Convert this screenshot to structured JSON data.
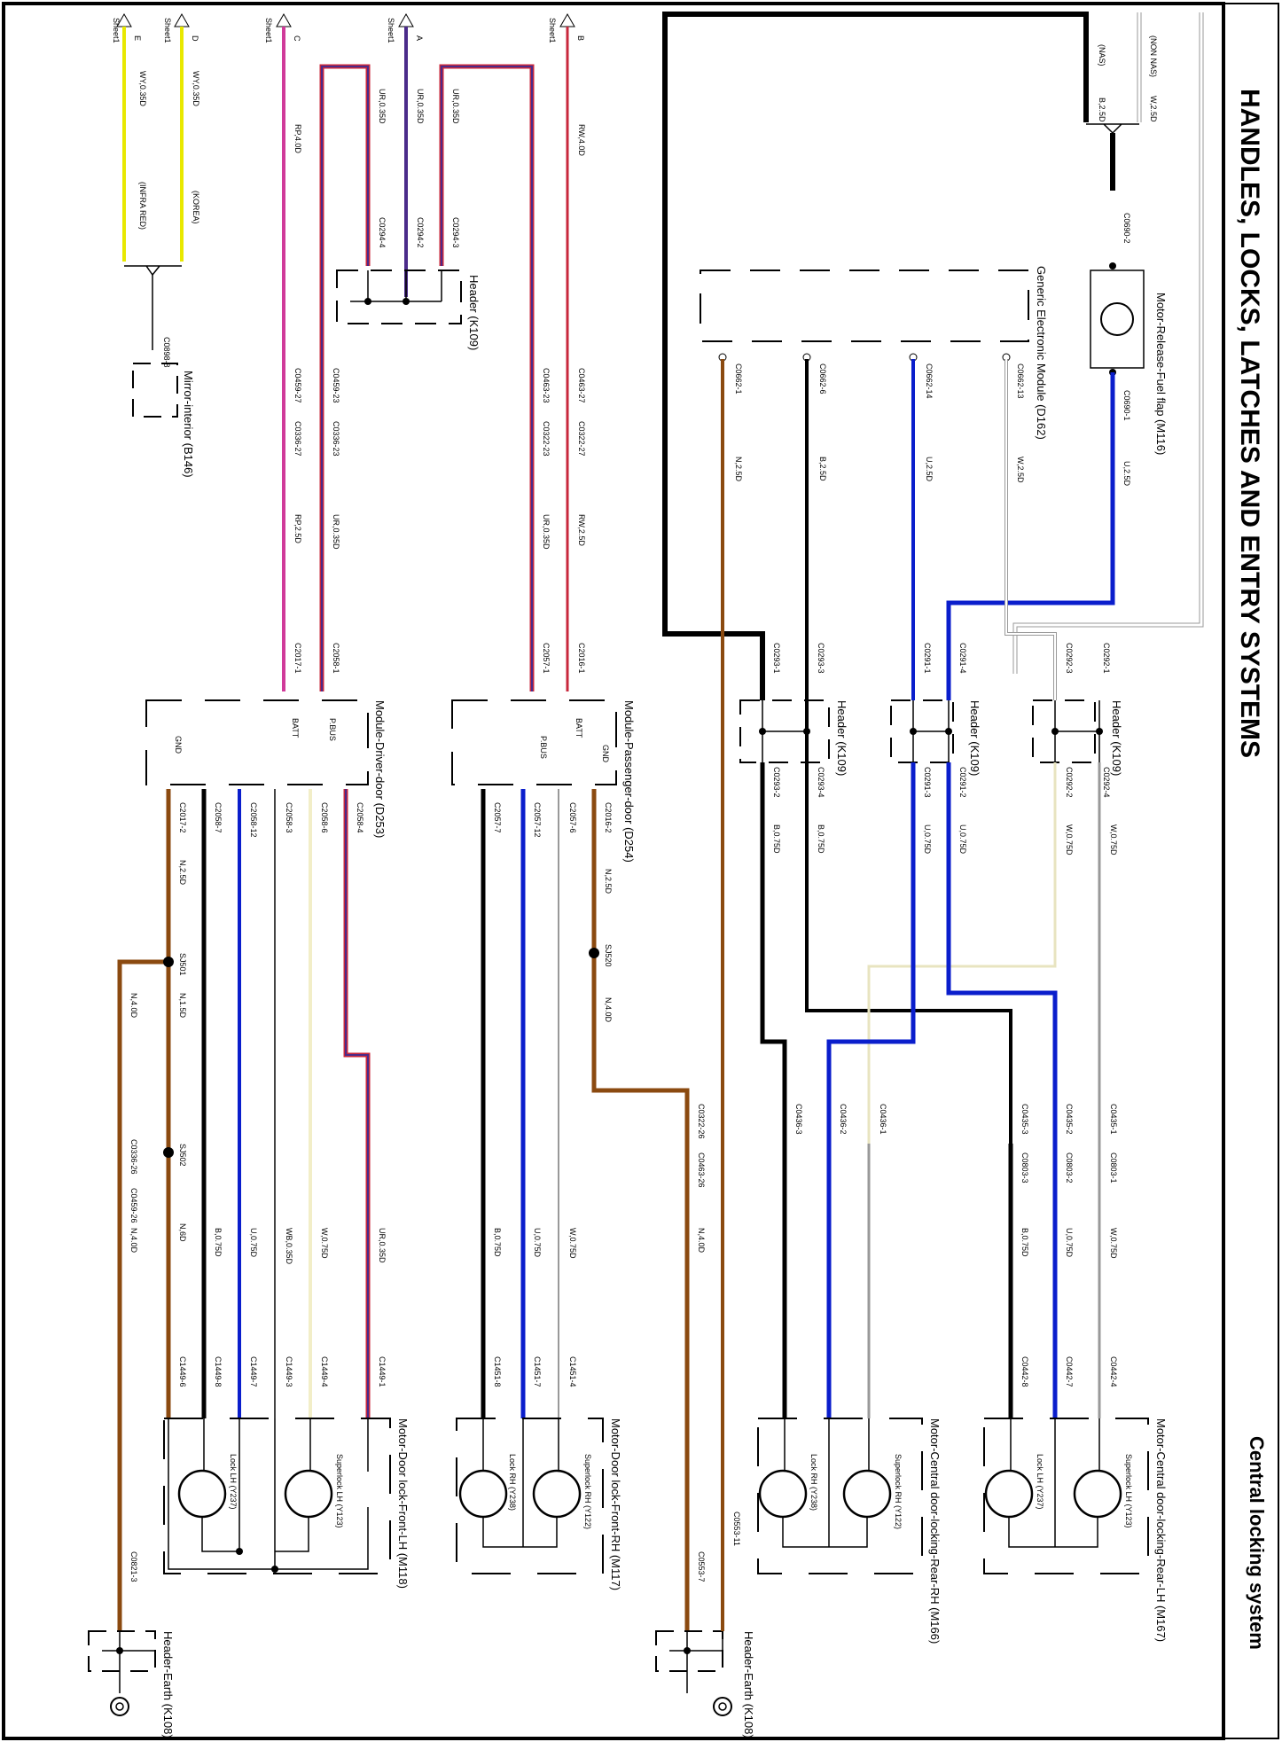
{
  "header": {
    "title": "HANDLES, LOCKS, LATCHES AND ENTRY SYSTEMS",
    "subtitle": "Central locking system"
  },
  "sheet_refs": [
    {
      "letter": "E",
      "text": "Sheet1"
    },
    {
      "letter": "D",
      "text": "Sheet1"
    },
    {
      "letter": "C",
      "text": "Sheet1"
    },
    {
      "letter": "A",
      "text": "Sheet1"
    },
    {
      "letter": "B",
      "text": "Sheet1"
    }
  ],
  "components": {
    "fuel_flap_motor": "Motor-Release-Fuel flap (M116)",
    "gem": "Generic Electronic Module (D162)",
    "header_k109": "Header (K109)",
    "mirror": "Mirror-interior (B146)",
    "driver_door_module": "Module-Driver-door (D253)",
    "passenger_door_module": "Module-Passenger-door (D254)",
    "rear_lh_lock": "Motor-Central door-locking-Rear-LH (M167)",
    "rear_rh_lock": "Motor-Central door-locking-Rear-RH (M166)",
    "front_rh_lock": "Motor-Door lock-Front-RH (M117)",
    "front_lh_lock": "Motor-Door lock-Front-LH (M118)",
    "header_earth": "Header-Earth (K108)",
    "superlock_lh": "Superlock LH (Y123)",
    "lock_lh": "Lock LH (Y237)",
    "superlock_rh": "Superlock RH (Y122)",
    "lock_rh": "Lock RH (Y238)"
  },
  "pins": {
    "batt": "BATT",
    "pbus": "P.BUS",
    "gnd": "GND"
  },
  "notes": {
    "non_nas": "(NON NAS)",
    "nas": "(NAS)",
    "korea": "(KOREA)",
    "infra_red": "(INFRA RED)"
  },
  "wires": {
    "w25d": "W,2.5D",
    "b25d": "B,2.5D",
    "u25d": "U,2.5D",
    "n25d": "N,2.5D",
    "wy035d": "WY,0.35D",
    "ur035d": "UR,0.35D",
    "rp40d": "RP,4.0D",
    "rp25d": "RP,2.5D",
    "rw40d": "RW,4.0D",
    "rw25d": "RW,2.5D",
    "w075d": "W,0.75D",
    "b075d": "B,0.75D",
    "u075d": "U,0.75D",
    "n40d": "N,4.0D",
    "n15d": "N,1.5D",
    "n6d": "N,6D",
    "wb035d": "WB,0.35D"
  },
  "connectors": {
    "c0690_2": "C0690-2",
    "c0690_1": "C0690-1",
    "c0662_1": "C0662-1",
    "c0662_6": "C0662-6",
    "c0662_14": "C0662-14",
    "c0662_13": "C0662-13",
    "c0292_1": "C0292-1",
    "c0292_3": "C0292-3",
    "c0291_4": "C0291-4",
    "c0291_1": "C0291-1",
    "c0293_3": "C0293-3",
    "c0293_1": "C0293-1",
    "c0292_4": "C0292-4",
    "c0292_2": "C0292-2",
    "c0291_2": "C0291-2",
    "c0291_3": "C0291-3",
    "c0293_4": "C0293-4",
    "c0293_2": "C0293-2",
    "c0898_8": "C0898-8",
    "c0294_4": "C0294-4",
    "c0294_2": "C0294-2",
    "c0294_3": "C0294-3",
    "c0463_27": "C0463-27",
    "c0322_27": "C0322-27",
    "c0463_23": "C0463-23",
    "c0322_23": "C0322-23",
    "c0459_23": "C0459-23",
    "c0336_23": "C0336-23",
    "c0459_27": "C0459-27",
    "c0336_27": "C0336-27",
    "c2016_1": "C2016-1",
    "c2057_1": "C2057-1",
    "c2058_1": "C2058-1",
    "c2017_1": "C2017-1",
    "c2016_2": "C2016-2",
    "c2057_6": "C2057-6",
    "c2057_12": "C2057-12",
    "c2057_7": "C2057-7",
    "c2058_4": "C2058-4",
    "c2058_6": "C2058-6",
    "c2058_3": "C2058-3",
    "c2058_12": "C2058-12",
    "c2058_7": "C2058-7",
    "c2017_2": "C2017-2",
    "sj520": "SJ520",
    "sj501": "SJ501",
    "sj502": "SJ502",
    "c0435_1": "C0435-1",
    "c0803_1": "C0803-1",
    "c0435_2": "C0435-2",
    "c0803_2": "C0803-2",
    "c0435_3": "C0435-3",
    "c0803_3": "C0803-3",
    "c0436_1": "C0436-1",
    "c0436_2": "C0436-2",
    "c0436_3": "C0436-3",
    "c0322_26": "C0322-26",
    "c0463_26": "C0463-26",
    "c0336_26": "C0336-26",
    "c0459_26": "C0459-26",
    "c0442_4": "C0442-4",
    "c0442_7": "C0442-7",
    "c0442_8": "C0442-8",
    "c1451_4": "C1451-4",
    "c1451_7": "C1451-7",
    "c1451_8": "C1451-8",
    "c1449_1": "C1449-1",
    "c1449_4": "C1449-4",
    "c1449_3": "C1449-3",
    "c1449_7": "C1449-7",
    "c1449_8": "C1449-8",
    "c1449_6": "C1449-6",
    "c0553_7": "C0553-7",
    "c0553_11": "C0553-11",
    "c0821_3": "C0821-3"
  },
  "colors": {
    "black": "#000000",
    "blue": "#0a1ecc",
    "brown": "#8b4a10",
    "pink": "#d03a9a",
    "red": "#c8283c",
    "yellow": "#e8e800",
    "cream": "#f2eec8",
    "white_wire": "#bdbdbd"
  }
}
